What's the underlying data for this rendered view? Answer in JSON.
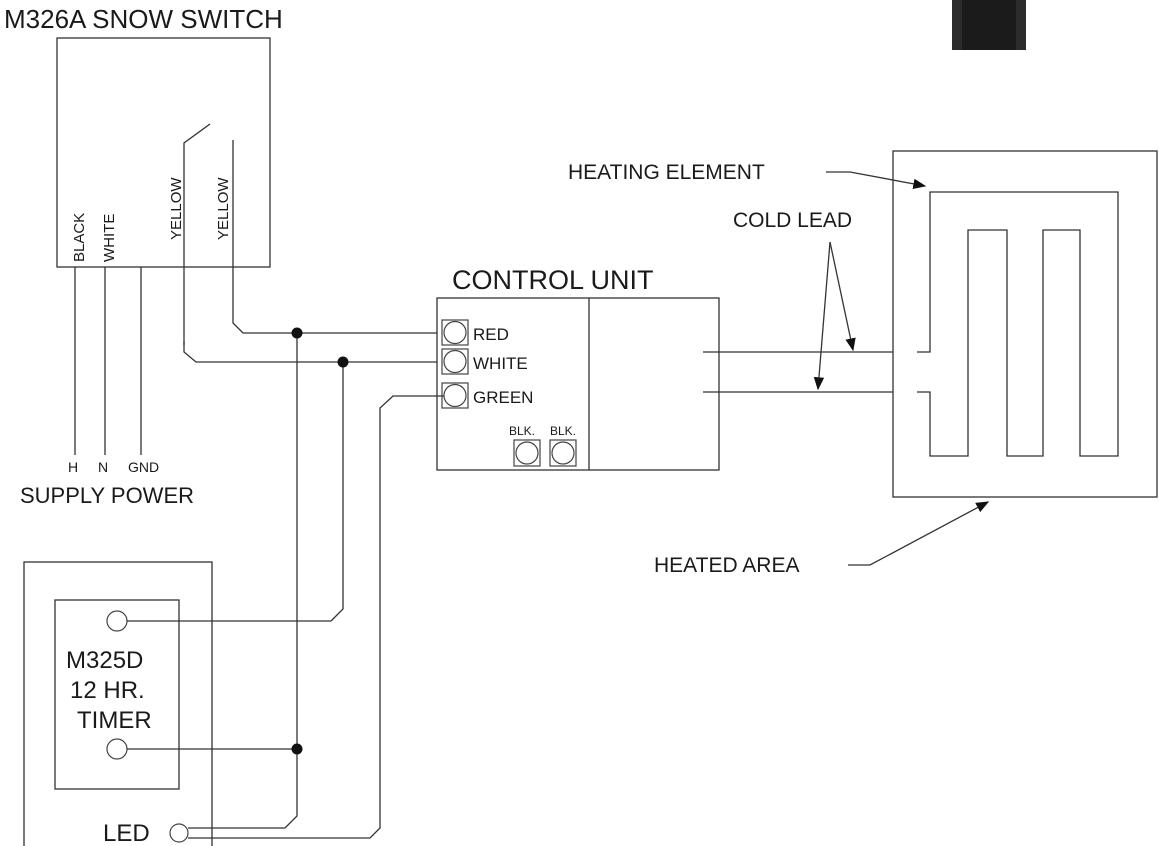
{
  "snow_switch": {
    "title": "M326A SNOW SWITCH",
    "wire_labels": [
      "BLACK",
      "WHITE",
      "YELLOW",
      "YELLOW"
    ]
  },
  "supply_power": {
    "title": "SUPPLY POWER",
    "terminals": [
      "H",
      "N",
      "GND"
    ]
  },
  "control_unit": {
    "title": "CONTROL UNIT",
    "terminals": [
      "RED",
      "WHITE",
      "GREEN"
    ],
    "black_terminals": [
      "BLK.",
      "BLK."
    ]
  },
  "heating": {
    "element_label": "HEATING ELEMENT",
    "cold_lead_label": "COLD LEAD",
    "heated_area_label": "HEATED AREA"
  },
  "timer": {
    "line1": "M325D",
    "line2": "12 HR.",
    "line3": "TIMER",
    "led_label": "LED"
  }
}
